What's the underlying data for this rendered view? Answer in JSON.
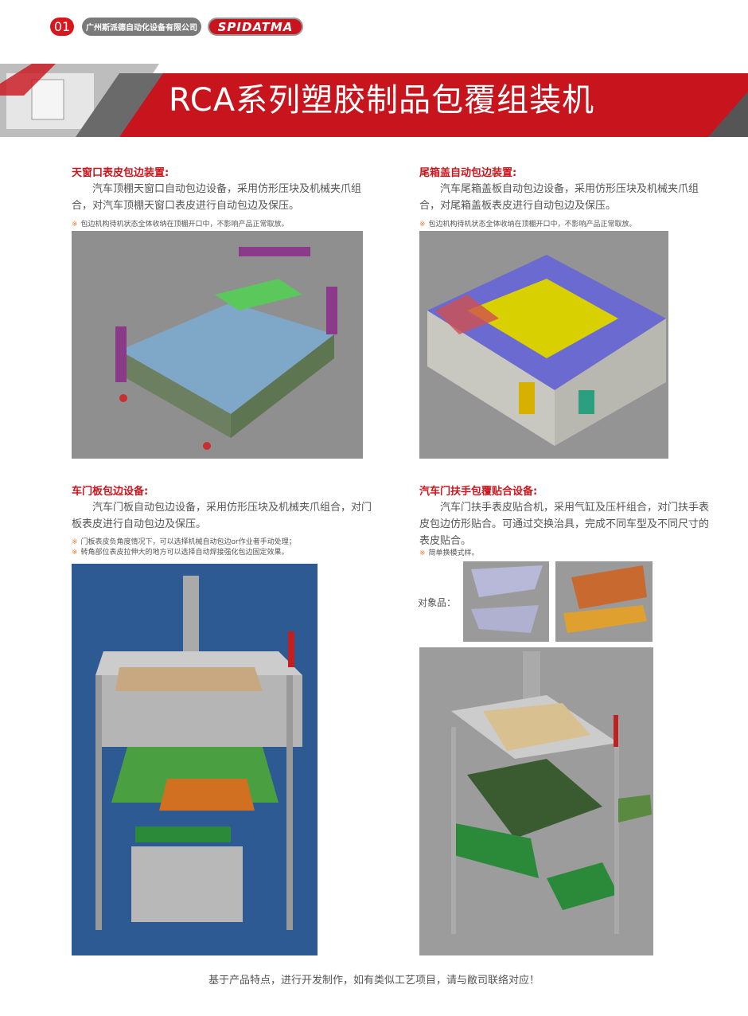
{
  "header": {
    "page_number": "01",
    "company": "广州斯派德自动化设备有限公司",
    "brand": "SPIDATMA"
  },
  "banner": {
    "title": "RCA系列塑胶制品包覆组装机",
    "color": "#c8141c"
  },
  "sections": [
    {
      "heading": "天窗口表皮包边装置:",
      "body": "汽车顶棚天窗口自动包边设备，采用仿形压块及机械夹爪组合，对汽车顶棚天窗口表皮进行自动包边及保压。",
      "notes": [
        "包边机构待机状态全体收纳在顶棚开口中，不影响产品正常取放。"
      ]
    },
    {
      "heading": "尾箱盖自动包边装置:",
      "body": "汽车尾箱盖板自动包边设备，采用仿形压块及机械夹爪组合，对尾箱盖板表皮进行自动包边及保压。",
      "notes": [
        "包边机构待机状态全体收纳在顶棚开口中，不影响产品正常取放。"
      ]
    },
    {
      "heading": "车门板包边设备:",
      "body": "汽车门板自动包边设备，采用仿形压块及机械夹爪组合，对门板表皮进行自动包边及保压。",
      "notes": [
        "门板表皮负角度情况下，可以选择机械自动包边or作业者手动处理；",
        "转角部位表皮拉伸大的地方可以选择自动焊接强化包边固定效果。"
      ]
    },
    {
      "heading": "汽车门扶手包覆贴合设备:",
      "body": "汽车门扶手表皮贴合机，采用气缸及压杆组合，对门扶手表皮包边仿形贴合。可通过交换治具，完成不同车型及不同尺寸的表皮贴合。",
      "notes": [
        "简单换模式样。"
      ],
      "object_label": "对象品："
    }
  ],
  "footer": "基于产品特点，进行开发制作，如有类似工艺项目，请与敝司联络对应！",
  "note_mark": "※"
}
